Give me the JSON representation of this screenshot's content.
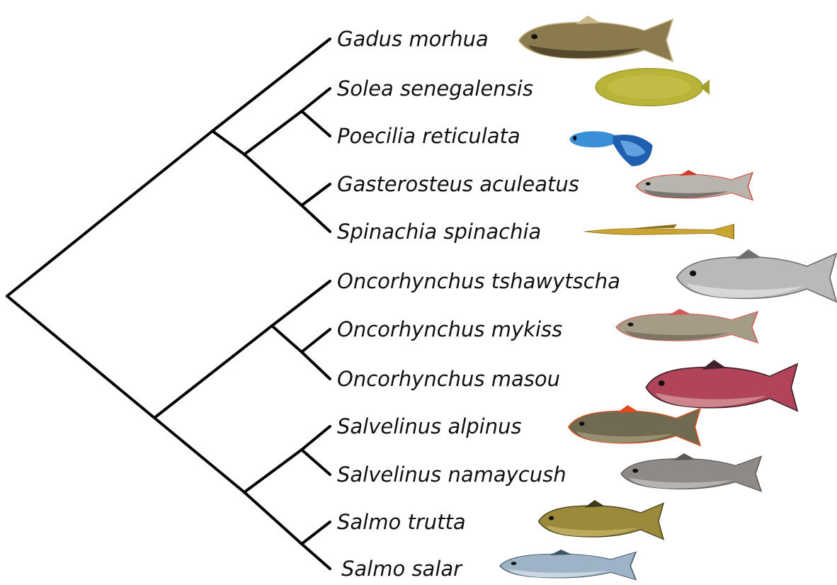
{
  "diagram": {
    "type": "phylogenetic-tree",
    "taxa": [
      {
        "id": "gadus",
        "label": "Gadus morhua",
        "icon": "cod-fish-icon",
        "colors": [
          "#8a7a4e",
          "#c9b98a",
          "#3d3320"
        ]
      },
      {
        "id": "solea",
        "label": "Solea senegalensis",
        "icon": "sole-flatfish-icon",
        "colors": [
          "#b8b43a",
          "#a19e2c",
          "#d0cc5c"
        ]
      },
      {
        "id": "poecilia",
        "label": "Poecilia reticulata",
        "icon": "guppy-fish-icon",
        "colors": [
          "#3a8fd6",
          "#1f5fb0",
          "#8fd0ff"
        ]
      },
      {
        "id": "gasterosteus",
        "label": "Gasterosteus aculeatus",
        "icon": "stickleback-fish-icon",
        "colors": [
          "#b9b4ae",
          "#d23a2a",
          "#5d5a55"
        ]
      },
      {
        "id": "spinachia",
        "label": "Spinachia spinachia",
        "icon": "sea-stickleback-fish-icon",
        "colors": [
          "#caa532",
          "#8a6d18",
          "#e2c35a"
        ]
      },
      {
        "id": "onc_tsh",
        "label": "Oncorhynchus tshawytscha",
        "icon": "chinook-salmon-icon",
        "colors": [
          "#b9b9b9",
          "#6f6f6f",
          "#e4e4e4"
        ]
      },
      {
        "id": "onc_myk",
        "label": "Oncorhynchus mykiss",
        "icon": "rainbow-trout-icon",
        "colors": [
          "#a59c88",
          "#d55a5a",
          "#6e6654"
        ]
      },
      {
        "id": "onc_mas",
        "label": "Oncorhynchus masou",
        "icon": "masu-salmon-icon",
        "colors": [
          "#b2445a",
          "#40202a",
          "#d8a0a0"
        ]
      },
      {
        "id": "salv_alp",
        "label": "Salvelinus alpinus",
        "icon": "arctic-char-icon",
        "colors": [
          "#6f6a50",
          "#e04a1e",
          "#a79f80"
        ]
      },
      {
        "id": "salv_nam",
        "label": "Salvelinus namaycush",
        "icon": "lake-trout-icon",
        "colors": [
          "#8e8a88",
          "#5a5654",
          "#c8c4c2"
        ]
      },
      {
        "id": "salmo_tru",
        "label": "Salmo trutta",
        "icon": "brown-trout-icon",
        "colors": [
          "#9b8a3a",
          "#3f3a1c",
          "#c9b86a"
        ]
      },
      {
        "id": "salmo_sal",
        "label": "Salmo salar",
        "icon": "atlantic-salmon-icon",
        "colors": [
          "#9fb3c6",
          "#3d5366",
          "#dde6ee"
        ]
      }
    ],
    "line_color": "#000000"
  }
}
